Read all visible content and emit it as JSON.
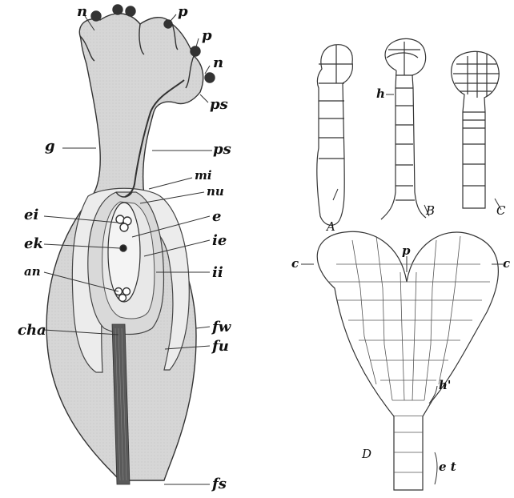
{
  "figure": {
    "pistil_labels": {
      "n_top": "n",
      "p_top": "p",
      "p_mid": "p",
      "n_mid": "n",
      "ps_right": "ps",
      "g": "g",
      "ps_mid": "ps",
      "mi": "mi",
      "nu": "nu",
      "ei": "ei",
      "e": "e",
      "ek": "ek",
      "ie": "ie",
      "an": "an",
      "ii": "ii",
      "fw": "fw",
      "cha": "cha",
      "fu": "fu",
      "fs": "fs"
    },
    "embryo_labels": {
      "A": "A",
      "h": "h",
      "B": "B",
      "C": "C",
      "c_left": "c",
      "p": "p",
      "c_right": "c",
      "h_prime": "h'",
      "D": "D",
      "et": "e t"
    },
    "colors": {
      "ink": "#222222",
      "tissue": "#cfcfcf",
      "tissue_light": "#e6e6e6",
      "funicle_dark": "#555555"
    }
  }
}
